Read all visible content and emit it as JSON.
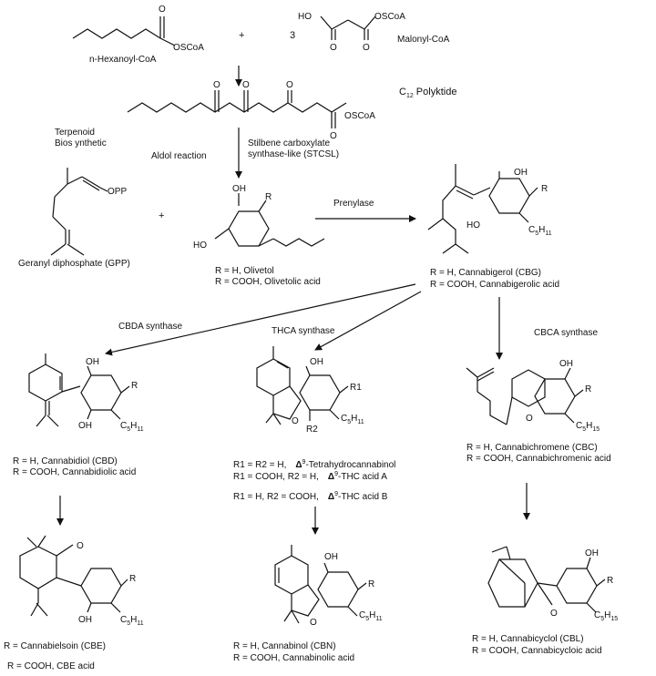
{
  "top": {
    "hexanoyl_coa": "n-Hexanoyl-CoA",
    "plus": "+",
    "three": "3",
    "malonyl_coa": "Malonyl-CoA",
    "polyketide": "C",
    "polyketide_sub": "12",
    "polyketide_rest": " Polyktide",
    "o_atom": "O",
    "oscoa": "OSCoA",
    "ho": "HO"
  },
  "steps": {
    "aldol": "Aldol reaction",
    "stcsl_line1": "Stilbene carboxylate",
    "stcsl_line2": "synthase-like (STCSL)",
    "prenylase": "Prenylase",
    "cbda_synthase": "CBDA synthase",
    "thca_synthase": "THCA synthase",
    "cbca_synthase": "CBCA synthase"
  },
  "gpp": {
    "terpenoid_line1": "Terpenoid",
    "terpenoid_line2": "Bios ynthetic",
    "opp": "OPP",
    "name": "Geranyl diphosphate (GPP)"
  },
  "olivetol": {
    "oh": "OH",
    "r": "R",
    "ho": "HO",
    "line1": "R = H, Olivetol",
    "line2": "R = COOH, Olivetolic acid"
  },
  "cbg": {
    "oh": "OH",
    "r": "R",
    "ho": "HO",
    "c5": "C",
    "c5_sub": "5",
    "h11": "H",
    "h11_sub": "11",
    "line1": "R = H, Cannabigerol (CBG)",
    "line2": "R = COOH, Cannabigerolic acid"
  },
  "cbd": {
    "oh": "OH",
    "r": "R",
    "oh2": "OH",
    "line1": "R = H, Cannabidiol (CBD)",
    "line2": "R = COOH, Cannabidiolic acid"
  },
  "thc": {
    "oh": "OH",
    "r1": "R1",
    "r2": "R2",
    "o": "O",
    "line1_a": "R1 = R2 = H,",
    "line1_b": "-Tetrahydrocannabinol",
    "line2_a": "R1 = COOH, R2 = H,",
    "line2_b": "-THC acid A",
    "line3_a": "R1 = H, R2 = COOH,",
    "line3_b": "-THC acid B",
    "delta": "Δ",
    "nine": "9"
  },
  "cbc": {
    "oh": "OH",
    "r": "R",
    "o": "O",
    "c5": "C",
    "c5_sub": "5",
    "h15": "H",
    "h15_sub": "15",
    "line1": "R = H, Cannabichromene (CBC)",
    "line2": "R = COOH, Cannabichromenic acid"
  },
  "cbe": {
    "o": "O",
    "r": "R",
    "oh": "OH",
    "line1": "R = Cannabielsoin (CBE)",
    "line2": "R = COOH, CBE acid"
  },
  "cbn": {
    "oh": "OH",
    "r": "R",
    "o": "O",
    "line1": "R = H, Cannabinol (CBN)",
    "line2": "R = COOH, Cannabinolic acid"
  },
  "cbl": {
    "oh": "OH",
    "r": "R",
    "o": "O",
    "line1": "R = H, Cannabicyclol (CBL)",
    "line2": "R = COOH, Cannabicycloic acid"
  }
}
